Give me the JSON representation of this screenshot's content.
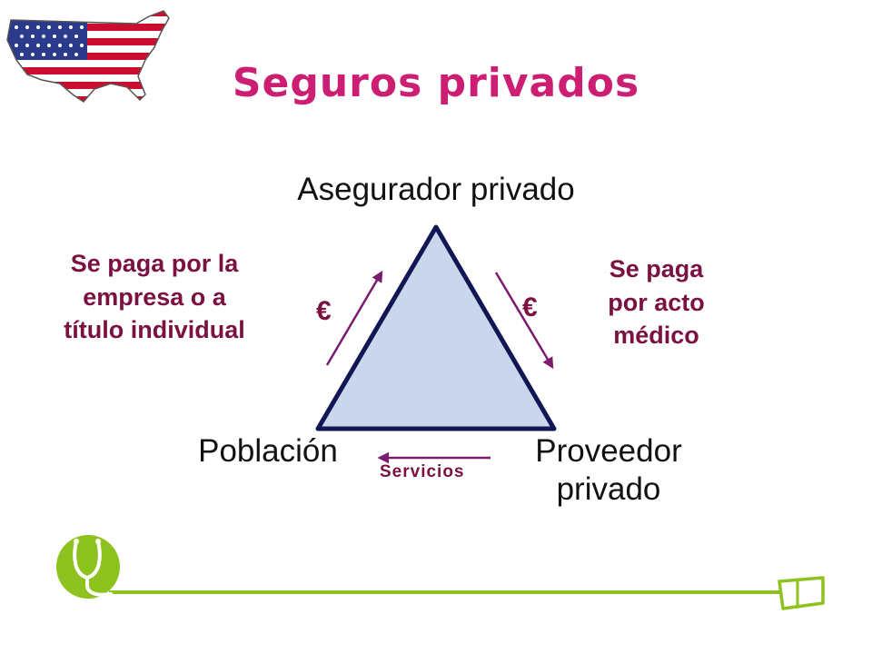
{
  "title": "Seguros privados",
  "nodes": {
    "top": "Asegurador privado",
    "left": "Población",
    "right_line1": "Proveedor",
    "right_line2": "privado"
  },
  "notes": {
    "left": [
      "Se paga por la",
      "empresa o a",
      "título individual"
    ],
    "right": [
      "Se paga",
      "por acto",
      "médico"
    ]
  },
  "currency_symbol": "€",
  "flow_label": "Servicios",
  "colors": {
    "title": "#cc1f74",
    "notes": "#7a1141",
    "arrows": "#7a1b6e",
    "triangle_fill": "#c9d6ec",
    "triangle_stroke": "#121655",
    "logo_green": "#8dc21f"
  },
  "icons": [
    "us-flag-map-icon",
    "stethoscope-logo-icon"
  ]
}
